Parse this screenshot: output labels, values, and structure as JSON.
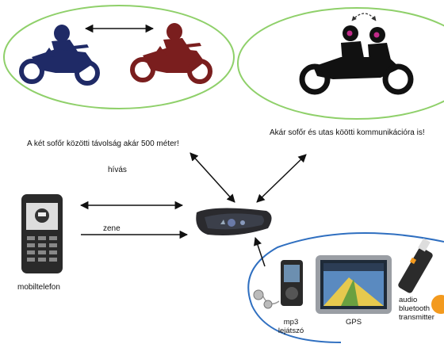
{
  "labels": {
    "distance": "A két sofőr közötti távolság akár 500 méter!",
    "rider_passenger": "Akár sofőr és utas köötti kommunikációra is!",
    "call": "hívás",
    "music": "zene",
    "phone": "mobiltelefon",
    "mp3_line1": "mp3",
    "mp3_line2": "lejátszó",
    "gps": "GPS",
    "audio_line1": "audio",
    "audio_line2": "bluetooth",
    "audio_line3": "transmitter"
  },
  "colors": {
    "rider_blue": "#1f2a66",
    "rider_red": "#7a1e1e",
    "ellipse_green": "#8fd06a",
    "ellipse_blue": "#2f6fc0",
    "accent_orange": "#f39a1e"
  },
  "icons": {
    "motorcycle_blue": "motorcycle-icon",
    "motorcycle_red": "motorcycle-icon",
    "motorcycle_duo": "motorcycle-duo-icon",
    "intercom": "headset-intercom-icon",
    "phone": "mobile-phone-icon",
    "mp3": "mp3-player-icon",
    "gps": "gps-device-icon",
    "transmitter": "bluetooth-transmitter-icon"
  }
}
